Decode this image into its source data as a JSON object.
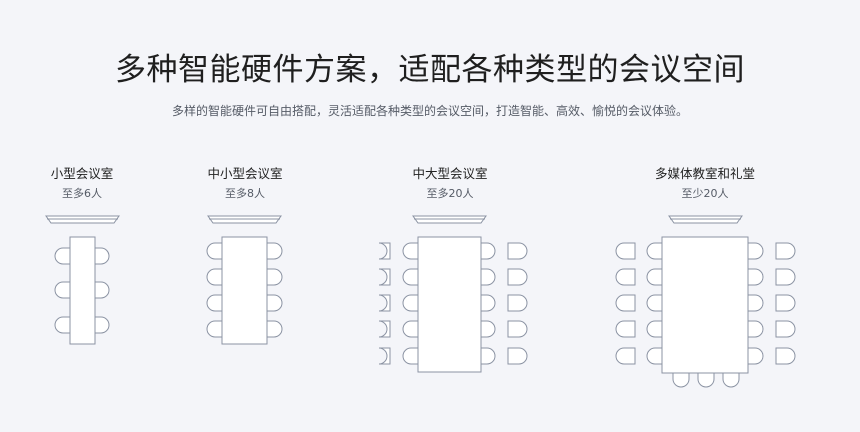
{
  "header": {
    "title": "多种智能硬件方案，适配各种类型的会议空间",
    "subtitle": "多样的智能硬件可自由搭配，灵活适配各种类型的会议空间，打造智能、高效、愉悦的会议体验。"
  },
  "rooms": [
    {
      "name": "小型会议室",
      "capacity": "至多6人"
    },
    {
      "name": "中小型会议室",
      "capacity": "至多8人"
    },
    {
      "name": "中大型会议室",
      "capacity": "至多20人"
    },
    {
      "name": "多媒体教室和礼堂",
      "capacity": "至少20人"
    }
  ],
  "colors": {
    "background": "#f4f5f9",
    "line": "#8b93a3",
    "fill": "#ffffff"
  }
}
